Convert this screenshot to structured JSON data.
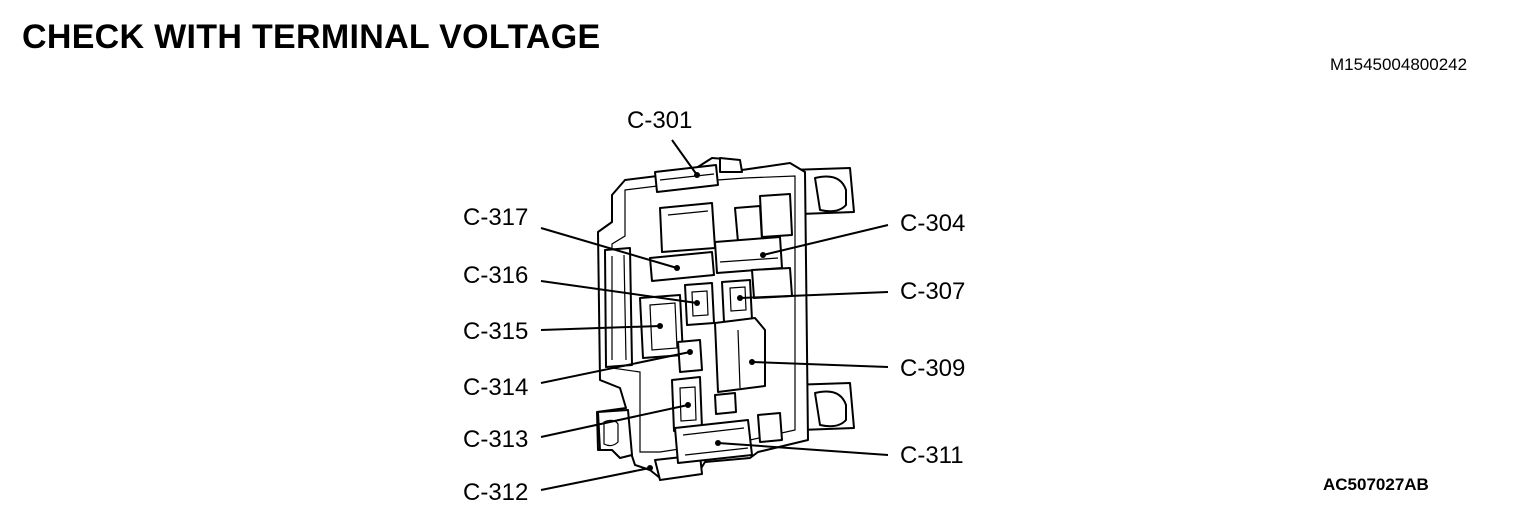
{
  "title": "CHECK WITH TERMINAL VOLTAGE",
  "document_id": "M1545004800242",
  "figure_id": "AC507027AB",
  "connectors": {
    "c301": "C-301",
    "c304": "C-304",
    "c307": "C-307",
    "c309": "C-309",
    "c311": "C-311",
    "c312": "C-312",
    "c313": "C-313",
    "c314": "C-314",
    "c315": "C-315",
    "c316": "C-316",
    "c317": "C-317"
  }
}
